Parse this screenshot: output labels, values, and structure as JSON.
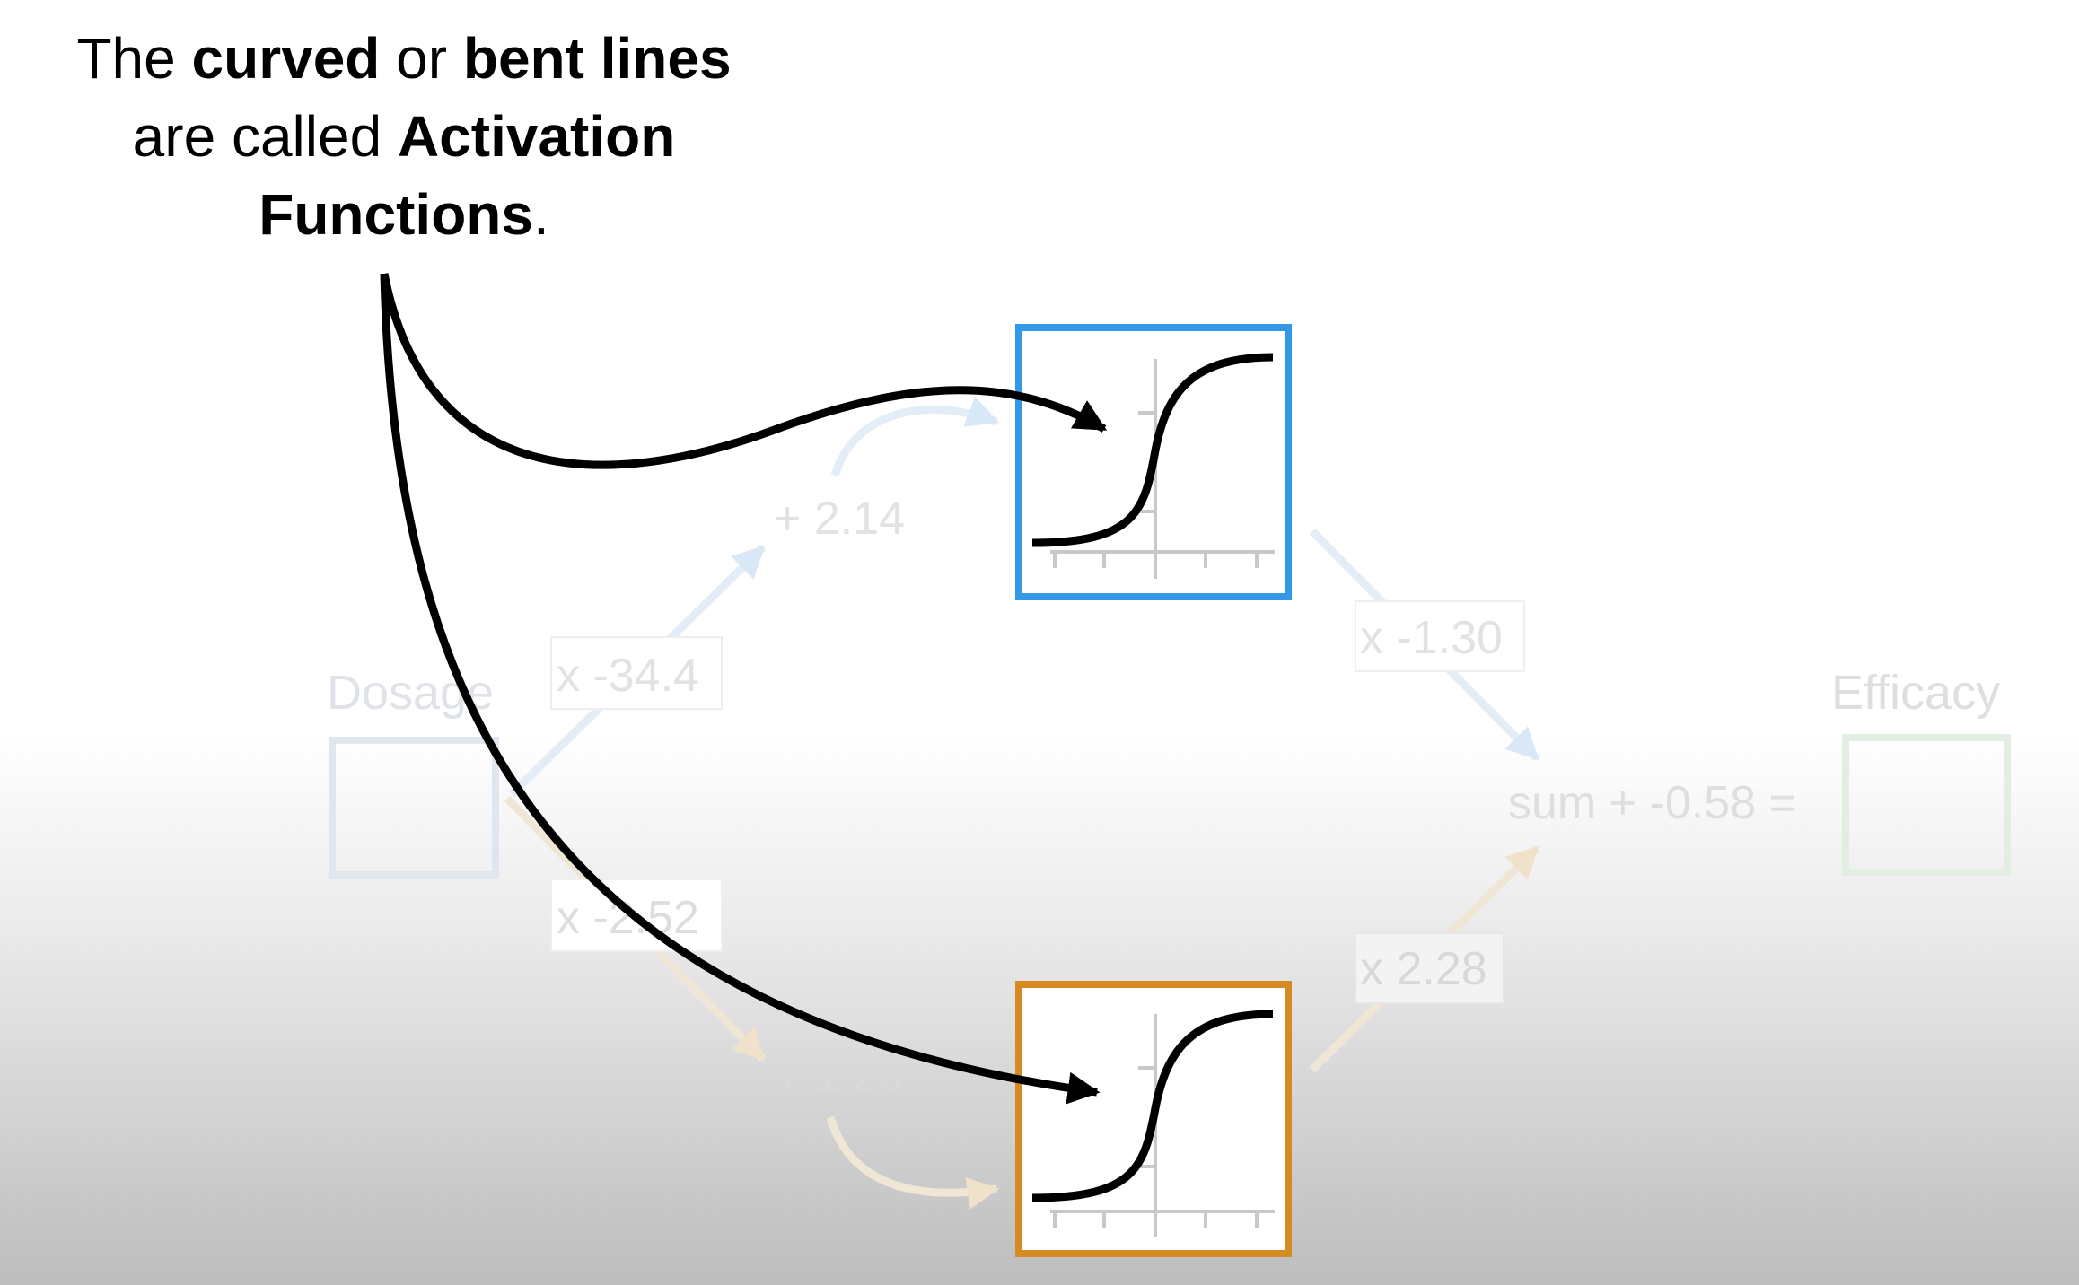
{
  "caption": {
    "line1_pre": "The ",
    "line1_bold1": "curved",
    "line1_mid": " or ",
    "line1_bold2": "bent lines",
    "line2_pre": "are called ",
    "line2_bold": "Activation",
    "line3_bold": "Functions",
    "line3_post": "."
  },
  "network": {
    "input_label": "Dosage",
    "output_label": "Efficacy",
    "top_weight": "x -34.4",
    "top_bias": "+ 2.14",
    "bottom_weight": "x -2.52",
    "bottom_bias": "+ 1.29",
    "top_out_weight": "x -1.30",
    "bottom_out_weight": "x 2.28",
    "sum_label": "sum + -0.58 ="
  },
  "colors": {
    "top_node": "#3399e6",
    "bottom_node": "#d68a23",
    "output_box": "#4aa84a",
    "arrow": "#000000"
  }
}
